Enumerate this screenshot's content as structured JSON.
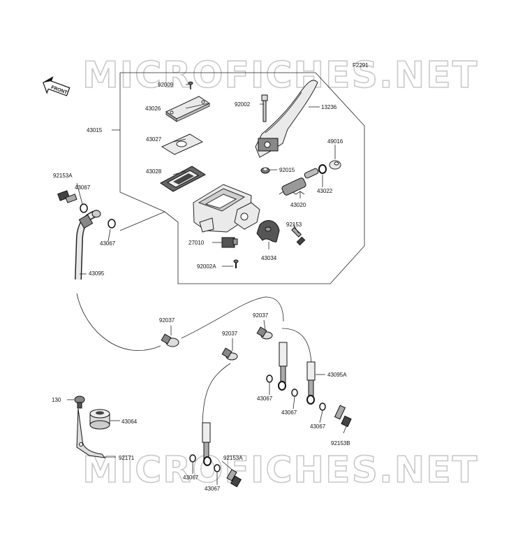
{
  "diagram_code": "F2291",
  "watermark": "MICROFICHES.NET",
  "front_tag": "FRONT",
  "labels": {
    "p92009": "92009",
    "p43026": "43026",
    "p43015": "43015",
    "p43027": "43027",
    "p43028": "43028",
    "p92002_top": "92002",
    "p13236": "13236",
    "p49016": "49016",
    "p92015": "92015",
    "p43022": "43022",
    "p43020": "43020",
    "p92153": "92153",
    "p43034": "43034",
    "p27010": "27010",
    "p92002a": "92002A",
    "p92153a_top": "92153A",
    "p43067_a": "43067",
    "p43067_b": "43067",
    "p43095": "43095",
    "p92037_a": "92037",
    "p92037_b": "92037",
    "p92037_c": "92037",
    "p43095a": "43095A",
    "p43067_c": "43067",
    "p43067_d": "43067",
    "p43067_e": "43067",
    "p92153b": "92153B",
    "p130": "130",
    "p43064": "43064",
    "p92171": "92171",
    "p92153a_bot": "92153A",
    "p43067_f": "43067",
    "p43067_g": "43067"
  }
}
